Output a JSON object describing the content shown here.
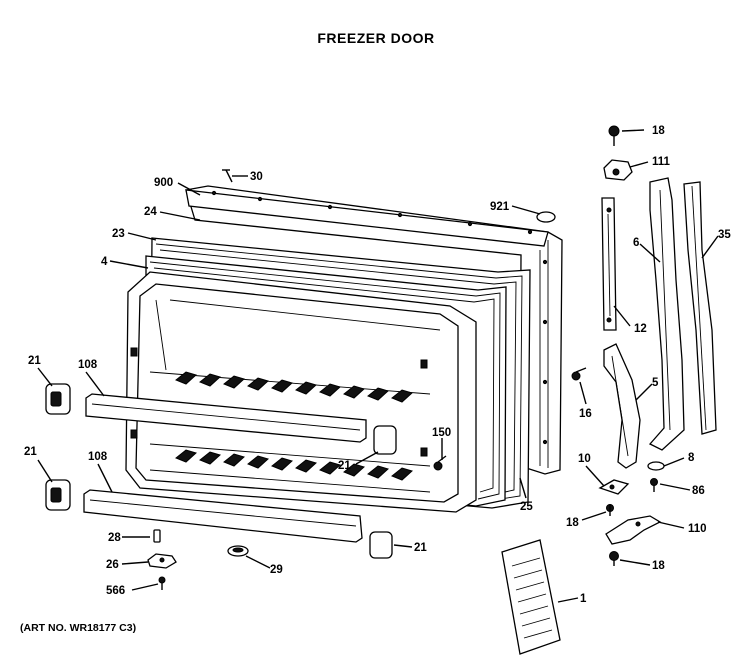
{
  "diagram": {
    "title": "FREEZER DOOR",
    "art_number": "(ART NO. WR18177 C3)",
    "callouts": [
      {
        "id": "c18a",
        "text": "18"
      },
      {
        "id": "c111",
        "text": "111"
      },
      {
        "id": "c30",
        "text": "30"
      },
      {
        "id": "c900",
        "text": "900"
      },
      {
        "id": "c24",
        "text": "24"
      },
      {
        "id": "c921",
        "text": "921"
      },
      {
        "id": "c23",
        "text": "23"
      },
      {
        "id": "c6",
        "text": "6"
      },
      {
        "id": "c35",
        "text": "35"
      },
      {
        "id": "c4",
        "text": "4"
      },
      {
        "id": "c12",
        "text": "12"
      },
      {
        "id": "c21a",
        "text": "21"
      },
      {
        "id": "c108a",
        "text": "108"
      },
      {
        "id": "c5",
        "text": "5"
      },
      {
        "id": "c16",
        "text": "16"
      },
      {
        "id": "c150",
        "text": "150"
      },
      {
        "id": "c21b",
        "text": "21"
      },
      {
        "id": "c21c",
        "text": "21"
      },
      {
        "id": "c108b",
        "text": "108"
      },
      {
        "id": "c10",
        "text": "10"
      },
      {
        "id": "c8",
        "text": "8"
      },
      {
        "id": "c86",
        "text": "86"
      },
      {
        "id": "c25",
        "text": "25"
      },
      {
        "id": "c18b",
        "text": "18"
      },
      {
        "id": "c110",
        "text": "110"
      },
      {
        "id": "c28",
        "text": "28"
      },
      {
        "id": "c21d",
        "text": "21"
      },
      {
        "id": "c26",
        "text": "26"
      },
      {
        "id": "c29",
        "text": "29"
      },
      {
        "id": "c18c",
        "text": "18"
      },
      {
        "id": "c566",
        "text": "566"
      },
      {
        "id": "c1",
        "text": "1"
      }
    ]
  }
}
